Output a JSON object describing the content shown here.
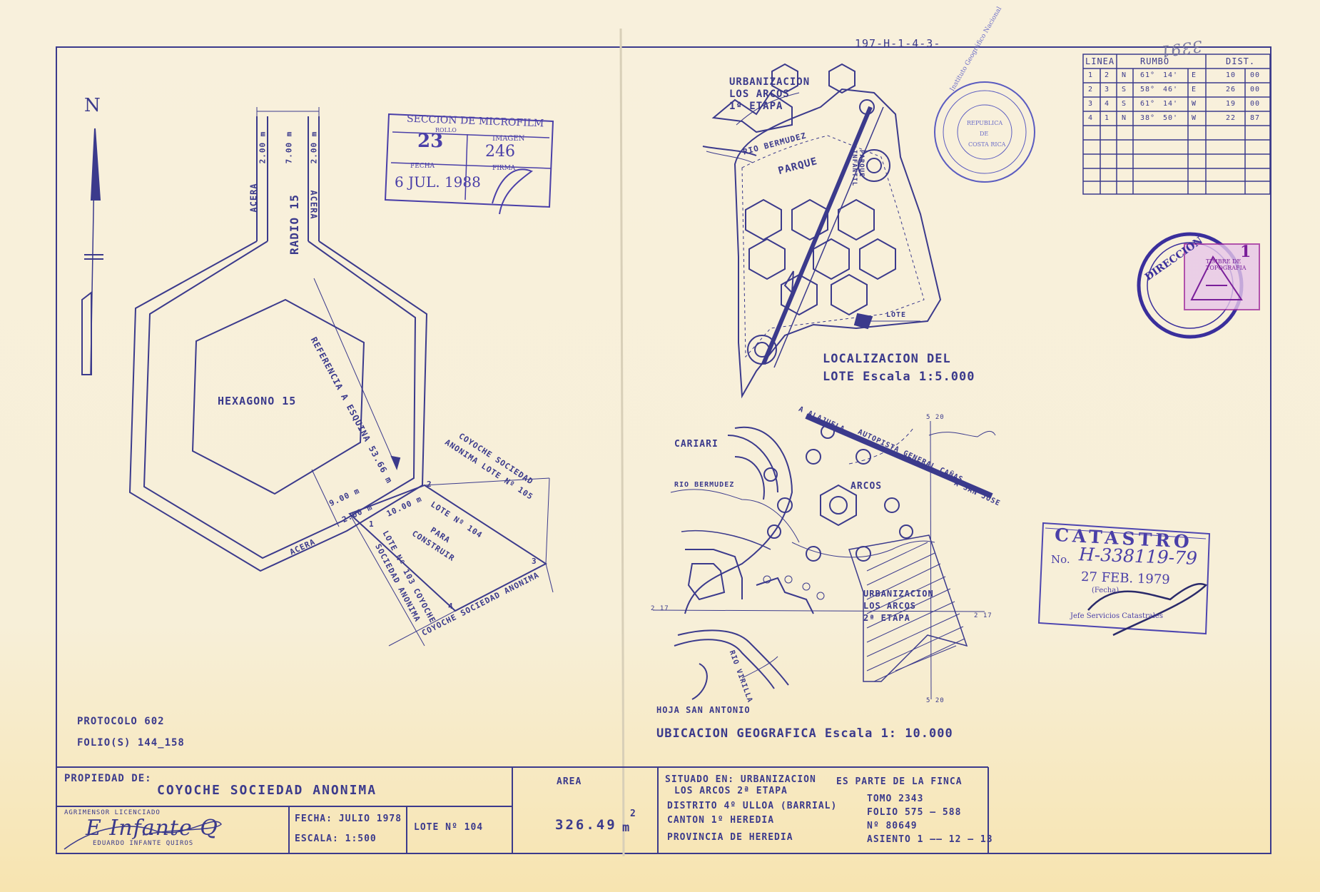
{
  "doc_code": "197-H-1-4-3-",
  "corner_number": "3391",
  "north_label": "N",
  "plan": {
    "street": "RADIO 15",
    "sidewalk": "ACERA",
    "sidewalk_width_top_left": "2.00 m",
    "street_width": "7.00 m",
    "sidewalk_width_top_right": "2.00 m",
    "reference": "REFERENCIA A ESQUINA 53.66 m",
    "hexagon": "HEXAGONO 15",
    "dist_900": "9.00 m",
    "dist_200": "2.00 m",
    "dist_1000": "10.00 m",
    "acera_bottom": "ACERA",
    "neighbor_105": "COYOCHE SOCIEDAD ANONIMA LOTE Nº 105",
    "lot_104": "LOTE Nº 104",
    "lot_104_use": "PARA CONSTRUIR",
    "neighbor_103": "LOTE Nº 103 COYOCHE SOCIEDAD ANONIMA",
    "neighbor_bottom": "COYOCHE SOCIEDAD ANONIMA",
    "v1": "1",
    "v2": "2",
    "v3": "3",
    "v4": "4"
  },
  "microfilm": {
    "title": "SECCION DE MICROFILM",
    "rollo_label": "ROLLO",
    "rollo": "23",
    "imagen_label": "IMAGEN",
    "imagen": "246",
    "fecha_label": "FECHA",
    "fecha": "6 JUL. 1988",
    "firma_label": "FIRMA"
  },
  "location_map": {
    "urbanizacion": "URBANIZACION",
    "arcos": "LOS ARCOS",
    "etapa": "1ª ETAPA",
    "rio": "RIO BERMUDEZ",
    "parque": "PARQUE",
    "parque_inf": "PARQUE INFANTIL",
    "lote": "LOTE",
    "caption_1": "LOCALIZACION DEL",
    "caption_2": "LOTE Escala 1:5.000"
  },
  "geo_map": {
    "cariari": "CARIARI",
    "rio_bermudez": "RIO BERMUDEZ",
    "alajuela": "A ALAJUELA",
    "autopista": "AUTOPISTA GENERAL CAÑAS",
    "san_jose": "A SAN JOSE",
    "arcos": "ARCOS",
    "urb_1": "URBANIZACION",
    "urb_2": "LOS ARCOS",
    "urb_3": "2ª ETAPA",
    "rio_virilla": "RIO VIRILLA",
    "hoja": "HOJA SAN ANTONIO",
    "caption": "UBICACION GEOGRAFICA Escala 1: 10.000",
    "grid_5_20_top": "5 20",
    "grid_5_20_bottom": "5 20",
    "grid_2_17_left": "2 17",
    "grid_2_17_right": "2 17"
  },
  "seal": {
    "ring": "Instituto Geográfico Nacional",
    "center_1": "REPUBLICA",
    "center_2": "DE",
    "center_3": "COSTA RICA"
  },
  "topo_stamp": {
    "ring": "DIRECCION",
    "value": "1",
    "label": "TIMBRE DE TOPOGRAFIA"
  },
  "bearings": {
    "headers": [
      "LINEA",
      "RUMBO",
      "DIST."
    ],
    "rows": [
      [
        "1",
        "2",
        "N",
        "61°",
        "14'",
        "E",
        "10",
        "00"
      ],
      [
        "2",
        "3",
        "S",
        "58°",
        "46'",
        "E",
        "26",
        "00"
      ],
      [
        "3",
        "4",
        "S",
        "61°",
        "14'",
        "W",
        "19",
        "00"
      ],
      [
        "4",
        "1",
        "N",
        "38°",
        "50'",
        "W",
        "22",
        "87"
      ]
    ]
  },
  "catastro": {
    "title": "CATASTRO",
    "no_label": "No.",
    "number": "H-338119-79",
    "date": "27 FEB. 1979",
    "fecha_label": "(Fecha)",
    "jefe": "Jefe Servicios Catastrales"
  },
  "protocolo": "PROTOCOLO 602",
  "folios": "FOLIO(S) 144_158",
  "title_block": {
    "propiedad_label": "PROPIEDAD DE:",
    "propietario": "COYOCHE SOCIEDAD ANONIMA",
    "agrimensor_label": "AGRIMENSOR LICENCIADO",
    "agrimensor": "EDUARDO INFANTE QUIROS",
    "fecha": "FECHA: JULIO 1978",
    "escala": "ESCALA: 1:500",
    "lote": "LOTE Nº 104",
    "area_label": "AREA",
    "area_value": "326.49",
    "area_unit": "m",
    "area_exp": "2",
    "situado_1": "SITUADO EN: URBANIZACION",
    "situado_2": "LOS ARCOS 2ª ETAPA",
    "distrito": "DISTRITO 4º ULLOA (BARRIAL)",
    "canton": "CANTON  1º HEREDIA",
    "provincia": "PROVINCIA DE HEREDIA",
    "finca_label": "ES PARTE DE LA FINCA",
    "tomo": "TOMO 2343",
    "folio": "FOLIO 575 — 588",
    "numero": "Nº     80649",
    "asiento": "ASIENTO 1 —— 12 — 13"
  }
}
